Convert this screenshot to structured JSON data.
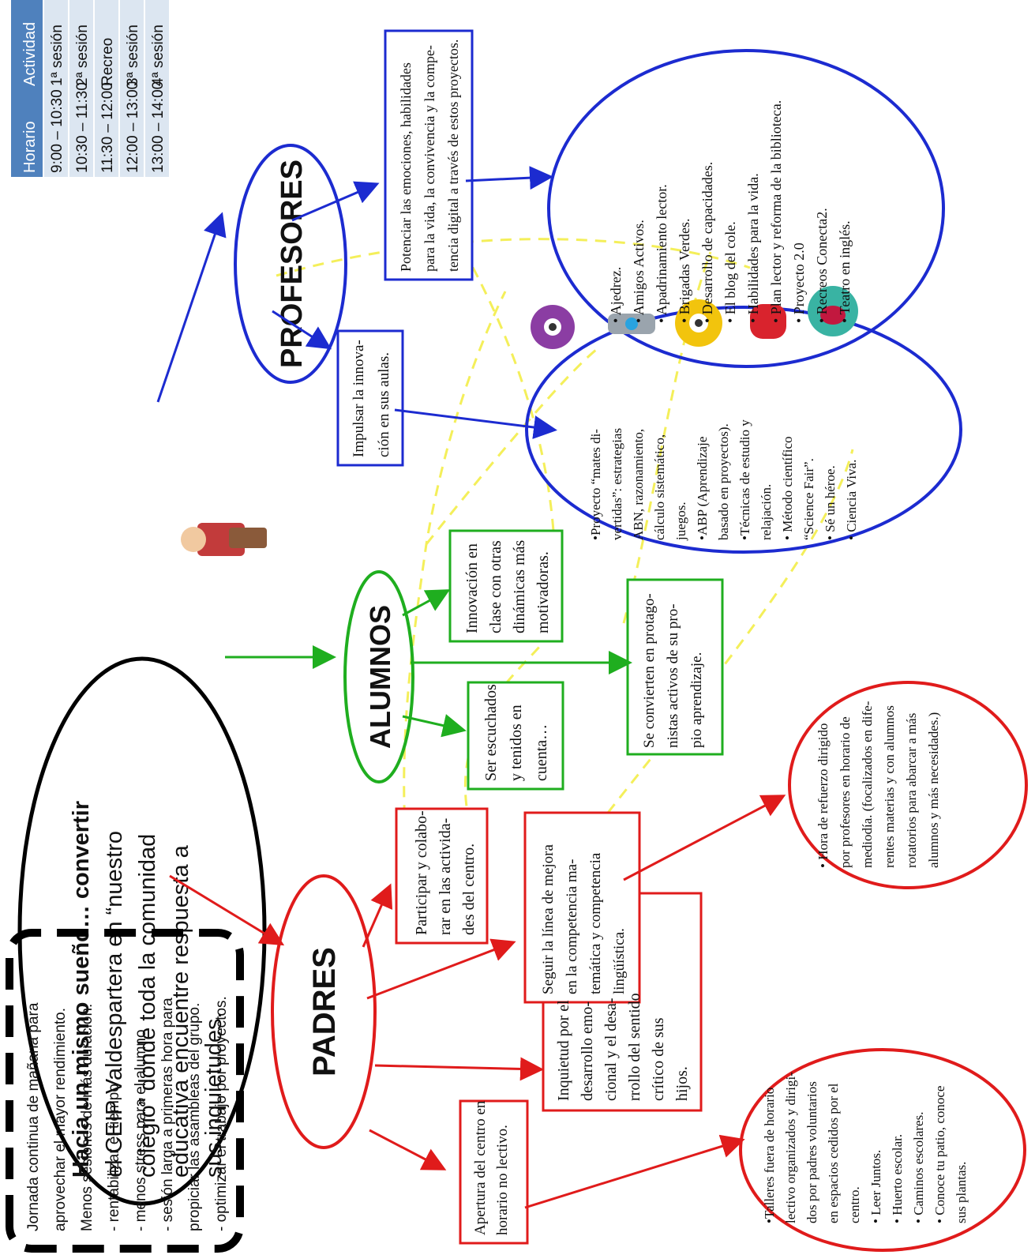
{
  "schedule": {
    "headers": [
      "Horario",
      "Actividad"
    ],
    "rows": [
      [
        "9:00 – 10:30",
        "1ª sesión"
      ],
      [
        "10:30 – 11:30",
        "2ª sesión"
      ],
      [
        "11:30 – 12:00",
        "Recreo"
      ],
      [
        "12:00 – 13:00",
        "3ª sesión"
      ],
      [
        "13:00 – 14:00",
        "4ª sesión"
      ]
    ]
  },
  "jornada_note": [
    "Jornada continua de mañana para",
    "aprovechar el mayor rendimiento.",
    "Menos sesiones de más duración:",
    "- rentabilizar el tiempo",
    "- menos stress para el alumno",
    "- sesión larga a primeras hora para",
    "propiciar las asambleas del grupo.",
    "- optimizar el trabajo por proyectos."
  ],
  "central": {
    "lines": [
      "Hacia un mismo sueño… convertir",
      "el CEIP Valdespartera en “nuestro",
      "colegio” donde toda la comunidad",
      "educativa encuentre respuesta a",
      "sus inquietudes."
    ]
  },
  "padres": {
    "label": "PADRES",
    "apertura": [
      "Apertura del centro en",
      "horario no lectivo."
    ],
    "inquietud": [
      "Inquietud por el",
      "desarrollo emo-",
      "cional y el desa-",
      "rrollo del sentido",
      "crítico de sus",
      "hijos."
    ],
    "seguir": [
      "Seguir la línea de mejora",
      "en la competencia ma-",
      "temática y competencia",
      "lingüística."
    ],
    "participar": [
      "Participar y colabo-",
      "rar en las activida-",
      "des del centro."
    ],
    "talleres": [
      "•Talleres fuera de horario",
      "lectivo organizados y dirigi-",
      "dos por padres voluntarios",
      "en espacios cedidos por el",
      "centro.",
      "• Leer Juntos.",
      "• Huerto escolar.",
      "• Caminos escolares.",
      "• Conoce tu patio, conoce",
      "sus plantas."
    ],
    "refuerzo": [
      "• Hora de refuerzo dirigido",
      "por profesores en horario de",
      "mediodía. (focalizados en dife-",
      "rentes materias y con alumnos",
      "rotatorios para abarcar a más",
      "alumnos y más necesidades.)"
    ]
  },
  "alumnos": {
    "label": "ALUMNOS",
    "escuchados": [
      "Ser escuchados",
      "y tenidos en",
      "cuenta…"
    ],
    "protagonistas": [
      "Se convierten en protago-",
      "nistas activos de su pro-",
      "pio aprendizaje."
    ],
    "innovacion": [
      "Innovación en",
      "clase con otras",
      "dinámicas más",
      "motivadoras."
    ]
  },
  "profesores": {
    "label": "PROFESORES",
    "impulsar": [
      "Impulsar la innova-",
      "ción en sus aulas."
    ],
    "potenciar": [
      "Potenciar las emociones, habilidades",
      "para la vida, la convivencia y la compe-",
      "tencia digital a través de estos proyectos."
    ],
    "metodologias": [
      "•Proyecto “mates di-",
      "vertidas”: estrategias",
      "ABN, razonamiento,",
      "cálculo sistemático,",
      "juegos.",
      "•ABP (Aprendizaje",
      "basado en proyectos).",
      "•Técnicas de estudio y",
      "relajación.",
      "• Método científico",
      "“Science Fair”.",
      "• Sé un héroe.",
      "• Ciencia Viva."
    ],
    "proyectos": [
      "• Ajedrez.",
      "• Amigos Activos.",
      "• Apadrinamiento lector.",
      "• Brigadas Verdes.",
      "• Desarrollo de capacidades.",
      "• El blog del cole.",
      "• Habilidades para la vida.",
      "• Plan lector y reforma de la biblioteca.",
      "• Proyecto 2.0",
      "• Recreos Conecta2.",
      "• Teatro en inglés."
    ]
  },
  "colors": {
    "padres": "#e01b1b",
    "alumnos": "#1fae1f",
    "profesores": "#1c2bd0",
    "links": "#f4ef5a",
    "table_header": "#4f81bd",
    "table_row": "#dce6f1"
  }
}
